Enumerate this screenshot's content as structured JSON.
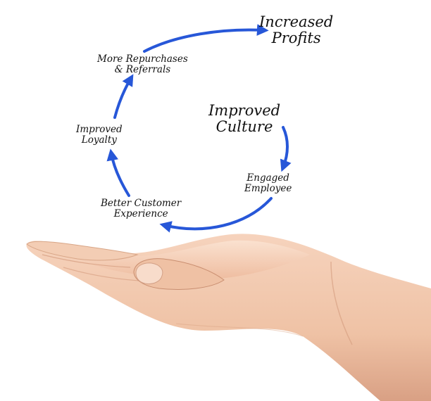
{
  "colors": {
    "arrow": "#2757d8",
    "text": "#111111",
    "skin_light": "#f7d9c4",
    "skin_mid": "#e9b99c",
    "skin_shadow": "#c98e70"
  },
  "diagram": {
    "nodes": [
      {
        "id": "increased-profits",
        "lines": [
          "Increased",
          "Profits"
        ]
      },
      {
        "id": "more-repurchases",
        "lines": [
          "More Repurchases",
          "& Referrals"
        ]
      },
      {
        "id": "improved-loyalty",
        "lines": [
          "Improved",
          "Loyalty"
        ]
      },
      {
        "id": "better-experience",
        "lines": [
          "Better Customer",
          "Experience"
        ]
      },
      {
        "id": "engaged-employee",
        "lines": [
          "Engaged",
          "Employee"
        ]
      },
      {
        "id": "improved-culture",
        "lines": [
          "Improved",
          "Culture"
        ]
      }
    ],
    "flow": [
      [
        "improved-culture",
        "engaged-employee"
      ],
      [
        "engaged-employee",
        "better-experience"
      ],
      [
        "better-experience",
        "improved-loyalty"
      ],
      [
        "improved-loyalty",
        "more-repurchases"
      ],
      [
        "more-repurchases",
        "increased-profits"
      ]
    ]
  },
  "image": {
    "subject": "open-palm-hand"
  }
}
